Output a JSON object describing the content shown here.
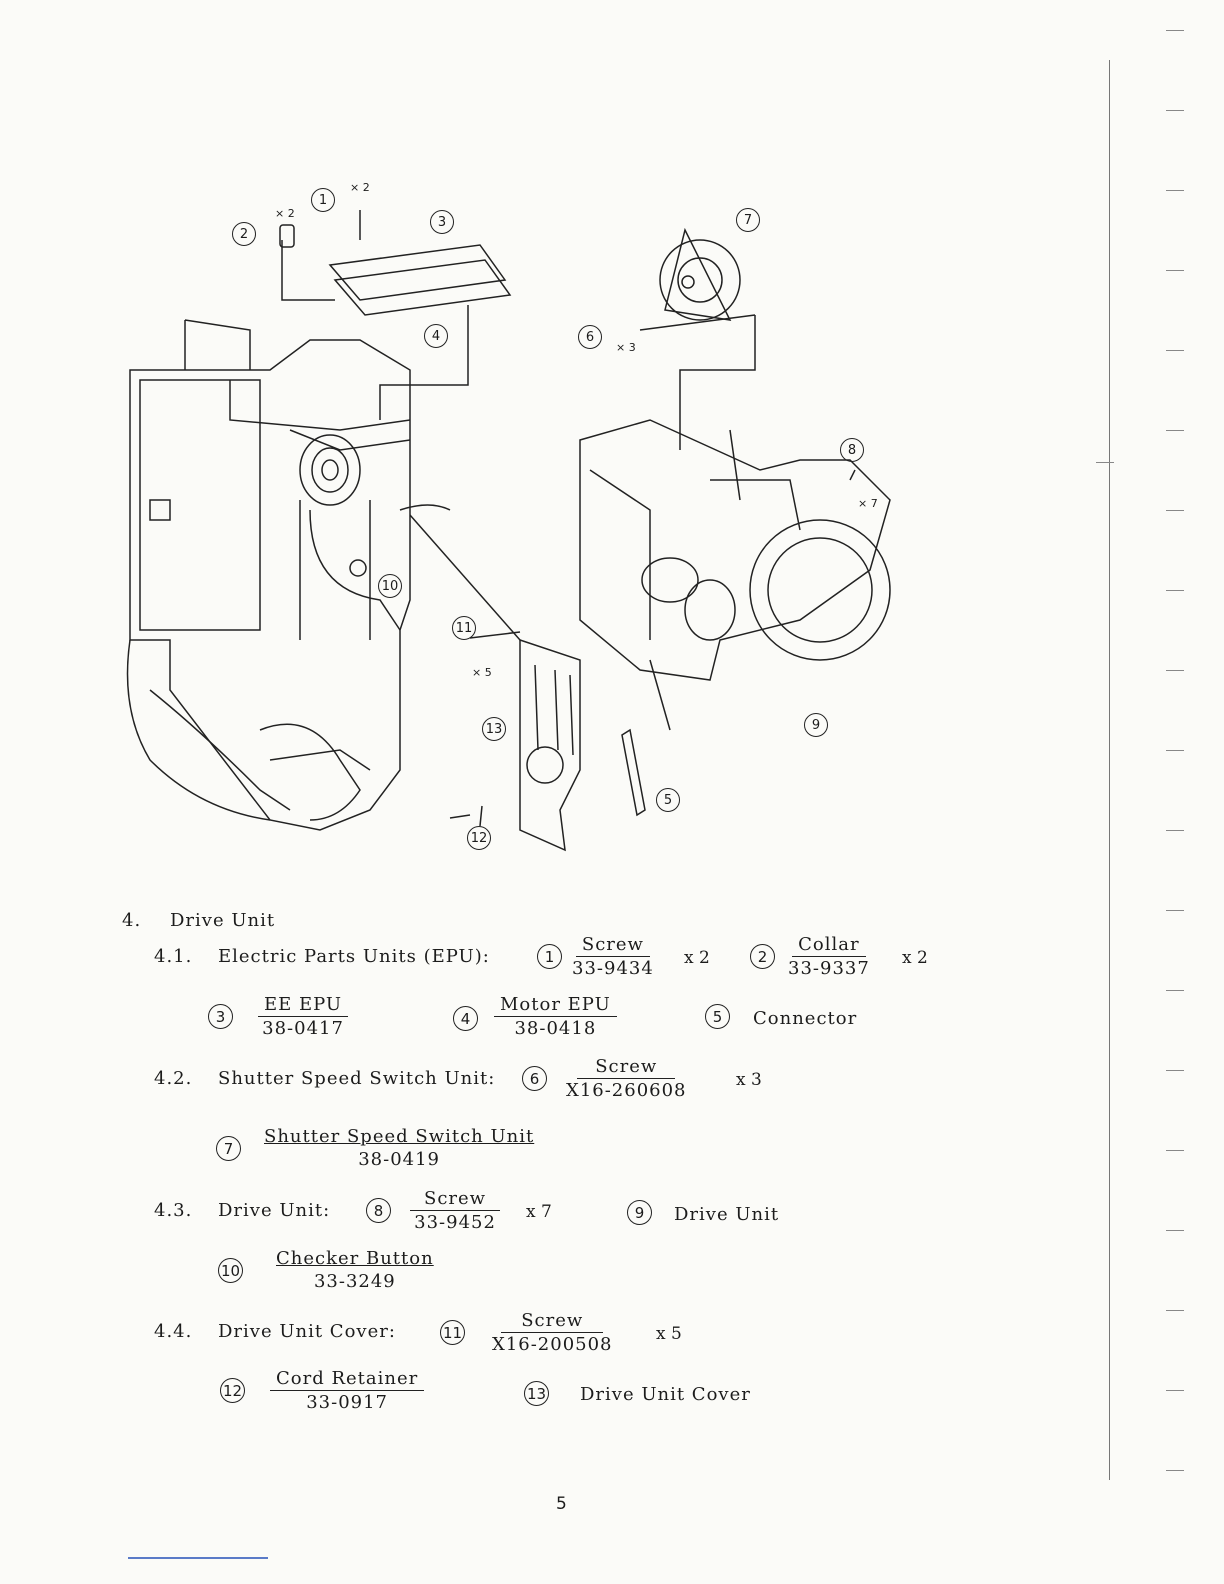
{
  "callouts": {
    "c1": "1",
    "c2": "2",
    "c3": "3",
    "c4": "4",
    "c5": "5",
    "c6": "6",
    "c7": "7",
    "c8": "8",
    "c9": "9",
    "c10": "10",
    "c11": "11",
    "c12": "12",
    "c13": "13",
    "qty_1": "× 2",
    "qty_2": "× 2",
    "qty_6": "× 3",
    "qty_8": "× 7",
    "qty_11": "× 5"
  },
  "section": {
    "number": "4.",
    "title": "Drive Unit",
    "s41": {
      "num": "4.1.",
      "label": "Electric Parts Units (EPU):",
      "p1": {
        "id": "1",
        "name": "Screw",
        "part": "33-9434",
        "qty": "x 2"
      },
      "p2": {
        "id": "2",
        "name": "Collar",
        "part": "33-9337",
        "qty": "x 2"
      },
      "p3": {
        "id": "3",
        "name": "EE EPU",
        "part": "38-0417"
      },
      "p4": {
        "id": "4",
        "name": "Motor EPU",
        "part": "38-0418"
      },
      "p5": {
        "id": "5",
        "name": "Connector"
      }
    },
    "s42": {
      "num": "4.2.",
      "label": "Shutter Speed Switch Unit:",
      "p6": {
        "id": "6",
        "name": "Screw",
        "part": "X16-260608",
        "qty": "x 3"
      },
      "p7": {
        "id": "7",
        "name": "Shutter Speed Switch Unit",
        "part": "38-0419"
      }
    },
    "s43": {
      "num": "4.3.",
      "label": "Drive Unit:",
      "p8": {
        "id": "8",
        "name": "Screw",
        "part": "33-9452",
        "qty": "x 7"
      },
      "p9": {
        "id": "9",
        "name": "Drive Unit"
      },
      "p10": {
        "id": "10",
        "name": "Checker Button",
        "part": "33-3249"
      }
    },
    "s44": {
      "num": "4.4.",
      "label": "Drive Unit Cover:",
      "p11": {
        "id": "11",
        "name": "Screw",
        "part": "X16-200508",
        "qty": "x 5"
      },
      "p12": {
        "id": "12",
        "name": "Cord Retainer",
        "part": "33-0917"
      },
      "p13": {
        "id": "13",
        "name": "Drive Unit Cover"
      }
    }
  },
  "page_number": "5"
}
